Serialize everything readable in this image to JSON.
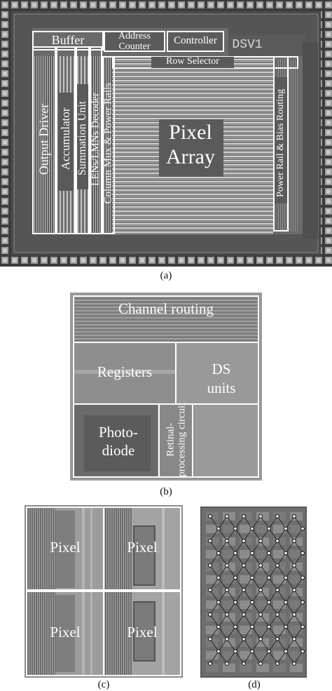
{
  "panel_a": {
    "caption": "(a)",
    "chip_mark": "DSV1",
    "labels": {
      "buffer": "Buffer",
      "address_counter": "Address Counter",
      "controller": "Controller",
      "row_selector": "Row Selector",
      "output_driver": "Output Driver",
      "accumulator": "Accumulator",
      "summation_unit": "Summation Unit",
      "lens_decoder": "LENs/LMNs Decoder",
      "column_mux": "Column Mux & Power Rails",
      "pixel_array": "Pixel Array",
      "power_rail": "Power Rail & Bias Routing"
    }
  },
  "panel_b": {
    "caption": "(b)",
    "labels": {
      "channel_routing": "Channel routing",
      "registers": "Registers",
      "ds_units": "DS units",
      "photodiode": "Photo-diode",
      "retinal": "Retinal-processing circuit"
    }
  },
  "panel_c": {
    "caption": "(c)",
    "pixels": [
      "Pixel",
      "Pixel",
      "Pixel",
      "Pixel"
    ]
  },
  "panel_d": {
    "caption": "(d)"
  }
}
